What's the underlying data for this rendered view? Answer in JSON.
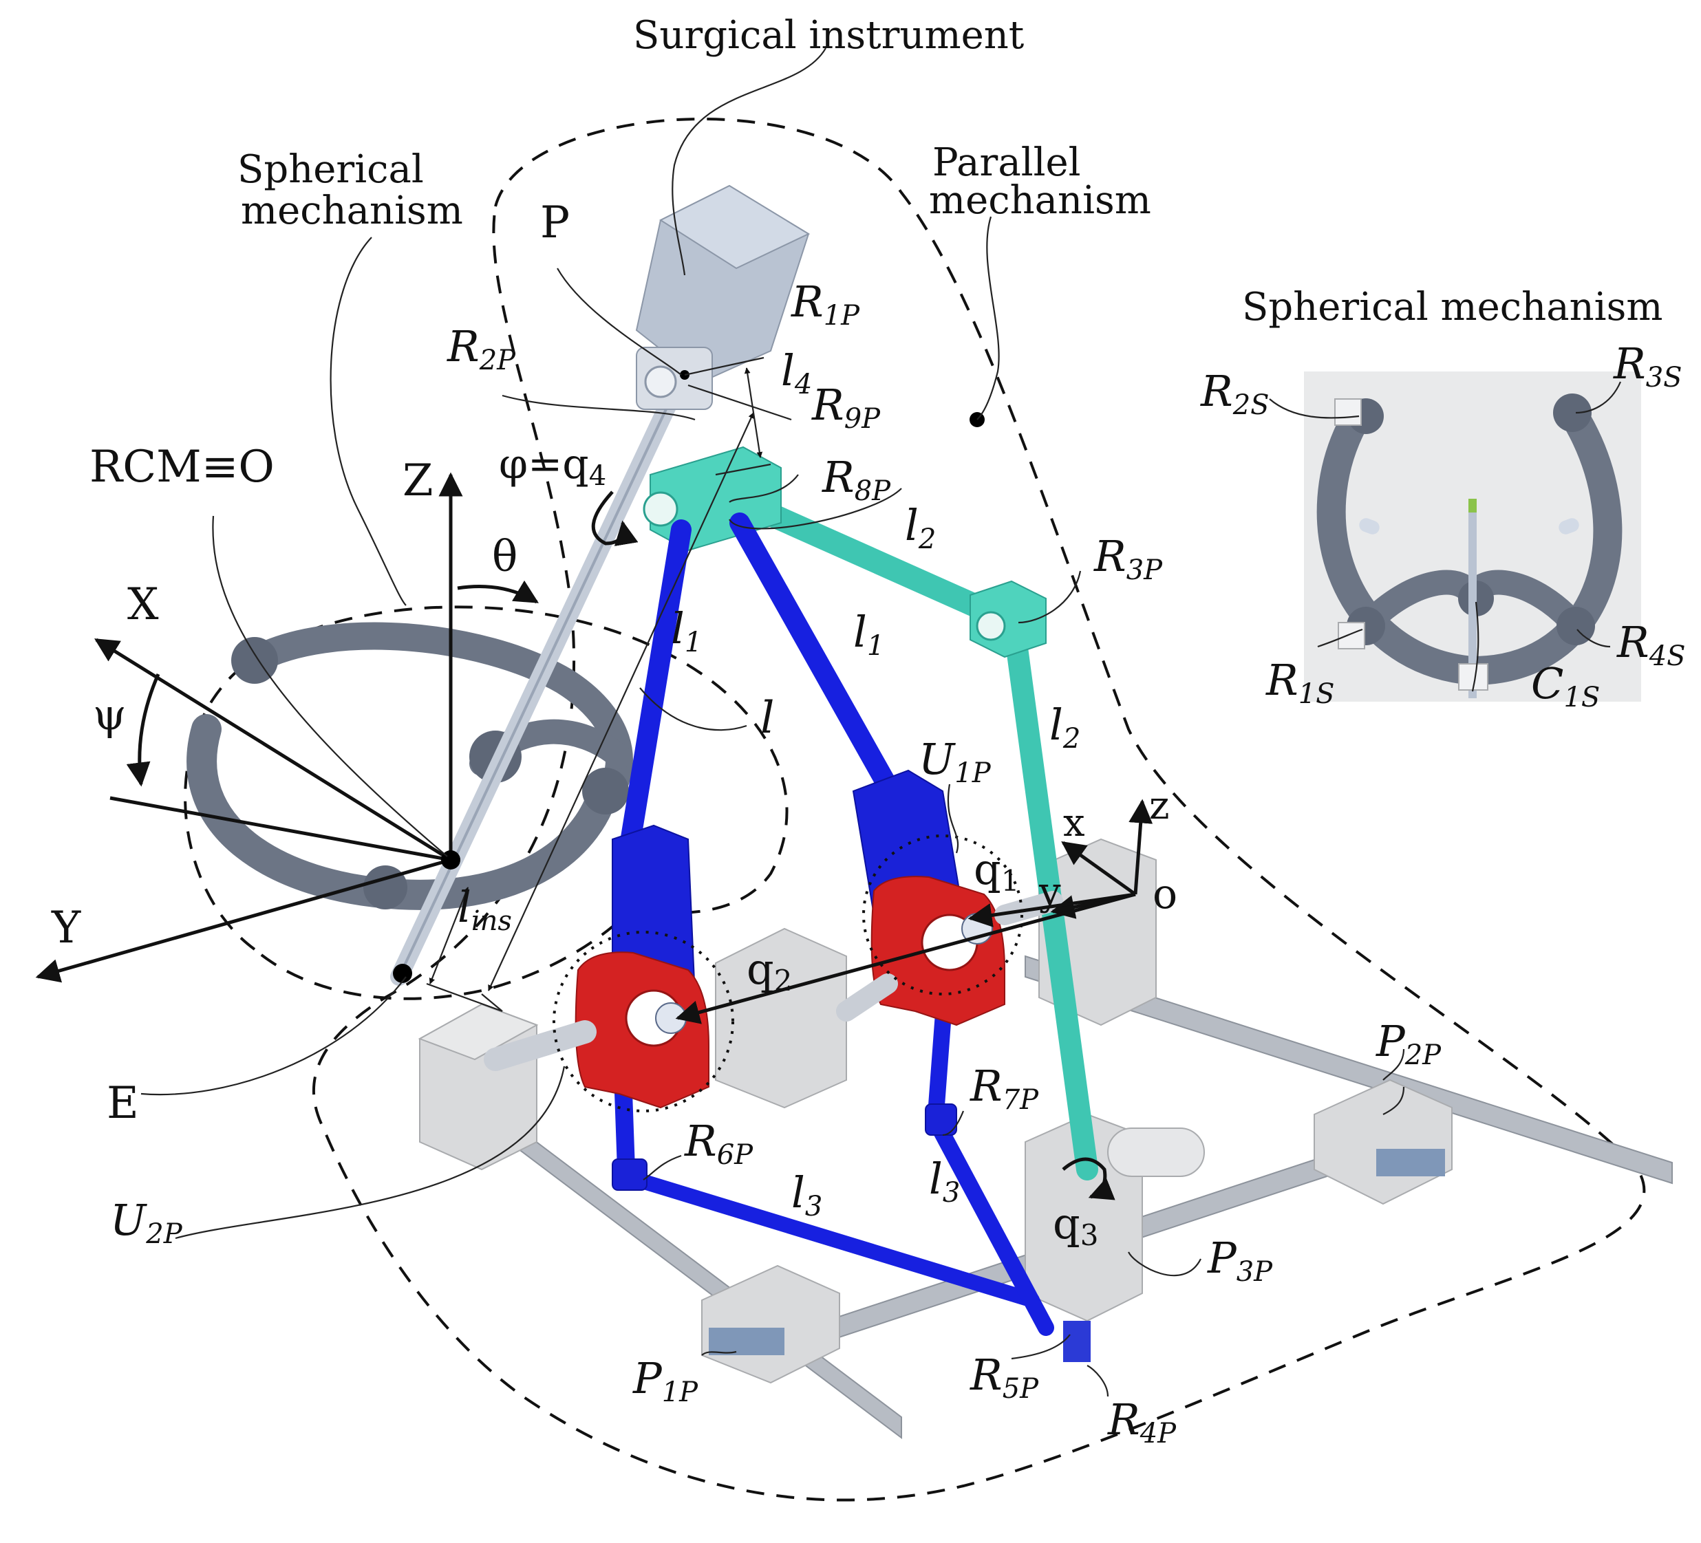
{
  "labels": {
    "surgical_instrument": "Surgical instrument",
    "spherical_mechanism_line1": "Spherical",
    "spherical_mechanism_line2": "mechanism",
    "parallel_mechanism_line1": "Parallel",
    "parallel_mechanism_line2": "mechanism",
    "inset_title": "Spherical mechanism",
    "rcm": "RCM≡O",
    "point_p": "P",
    "point_e": "E",
    "phi_q4": "φ=q",
    "phi_q4_sub": "4",
    "theta": "θ",
    "psi": "ψ"
  },
  "axes": {
    "big_X": "X",
    "big_Y": "Y",
    "big_Z": "Z",
    "small_x": "x",
    "small_y": "y",
    "small_z": "z",
    "small_o": "o"
  },
  "joints": {
    "R1P": {
      "base": "R",
      "sub": "1P"
    },
    "R2P": {
      "base": "R",
      "sub": "2P"
    },
    "R3P": {
      "base": "R",
      "sub": "3P"
    },
    "R4P": {
      "base": "R",
      "sub": "4P"
    },
    "R5P": {
      "base": "R",
      "sub": "5P"
    },
    "R6P": {
      "base": "R",
      "sub": "6P"
    },
    "R7P": {
      "base": "R",
      "sub": "7P"
    },
    "R8P": {
      "base": "R",
      "sub": "8P"
    },
    "R9P": {
      "base": "R",
      "sub": "9P"
    },
    "U1P": {
      "base": "U",
      "sub": "1P"
    },
    "U2P": {
      "base": "U",
      "sub": "2P"
    },
    "P1P": {
      "base": "P",
      "sub": "1P"
    },
    "P2P": {
      "base": "P",
      "sub": "2P"
    },
    "P3P": {
      "base": "P",
      "sub": "3P"
    },
    "R1S": {
      "base": "R",
      "sub": "1S"
    },
    "R2S": {
      "base": "R",
      "sub": "2S"
    },
    "R3S": {
      "base": "R",
      "sub": "3S"
    },
    "R4S": {
      "base": "R",
      "sub": "4S"
    },
    "C1S": {
      "base": "C",
      "sub": "1S"
    }
  },
  "lengths": {
    "l": {
      "base": "l",
      "sub": ""
    },
    "l1": {
      "base": "l",
      "sub": "1"
    },
    "l2": {
      "base": "l",
      "sub": "2"
    },
    "l3": {
      "base": "l",
      "sub": "3"
    },
    "l4": {
      "base": "l",
      "sub": "4"
    },
    "lins": {
      "base": "l",
      "sub": "ins"
    }
  },
  "actuators": {
    "q1": {
      "base": "q",
      "sub": "1"
    },
    "q2": {
      "base": "q",
      "sub": "2"
    },
    "q3": {
      "base": "q",
      "sub": "3"
    }
  },
  "colors": {
    "blue_links": "#1a22d8",
    "teal_links": "#4fd3bd",
    "red_joints": "#d42222",
    "gray_parts": "#b9c3d2",
    "rail_blocks": "#d9dadc"
  }
}
